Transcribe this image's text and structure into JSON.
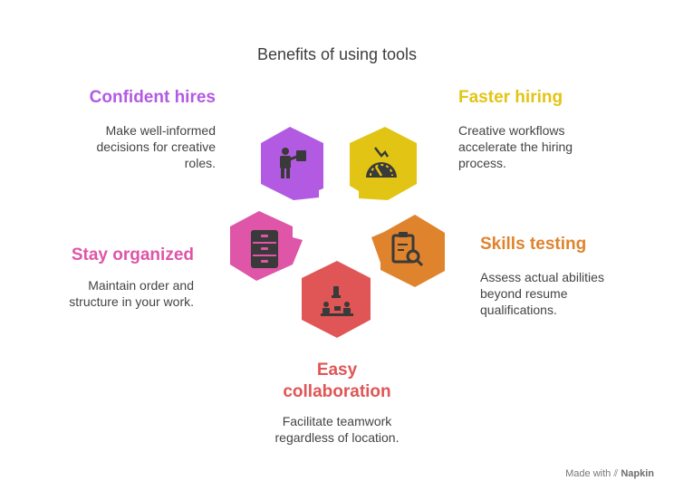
{
  "title": "Benefits of using tools",
  "items": [
    {
      "title": "Confident hires",
      "desc": [
        "Make well-informed",
        "decisions for creative",
        "roles."
      ],
      "color": "#b35ae2",
      "icon": "presenter-icon"
    },
    {
      "title": "Faster hiring",
      "desc": [
        "Creative workflows",
        "accelerate the hiring",
        "process."
      ],
      "color": "#e2c514",
      "icon": "speedometer-icon"
    },
    {
      "title": "Skills testing",
      "desc": [
        "Assess actual abilities",
        "beyond resume",
        "qualifications."
      ],
      "color": "#e0832d",
      "icon": "clipboard-search-icon"
    },
    {
      "title": "Easy\ncollaboration",
      "desc": [
        "Facilitate teamwork",
        "regardless of location."
      ],
      "color": "#e05555",
      "icon": "meeting-table-icon"
    },
    {
      "title": "Stay organized",
      "desc": [
        "Maintain order and",
        "structure in your work."
      ],
      "color": "#df55a8",
      "icon": "file-cabinet-icon"
    }
  ],
  "footer": {
    "prefix": "Made with",
    "brand": "Napkin"
  }
}
